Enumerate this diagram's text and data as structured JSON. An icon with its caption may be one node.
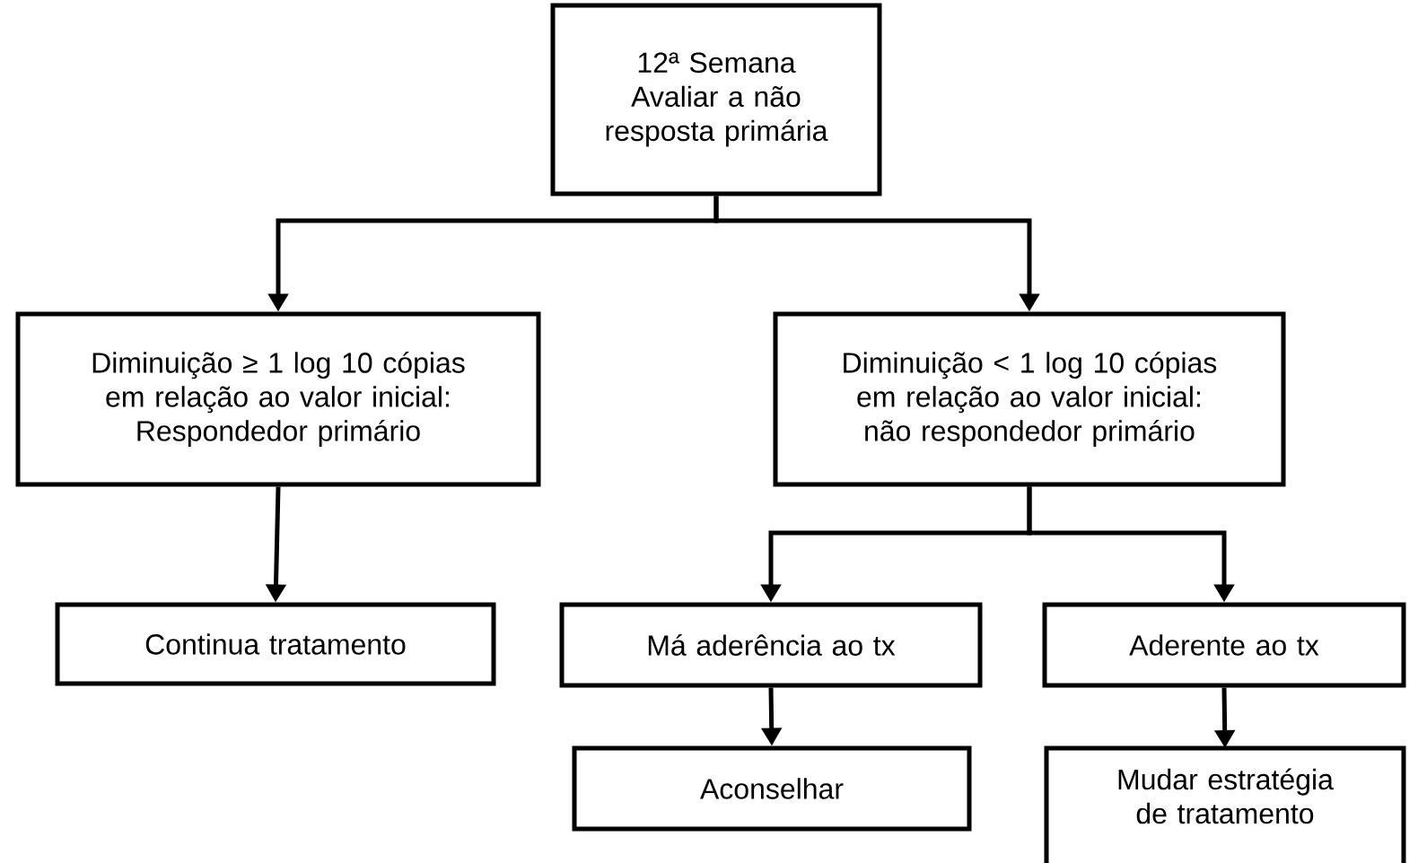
{
  "diagram": {
    "nodes": [
      {
        "text": [
          "12ª Semana Avaliar a não resposta primária"
        ]
      },
      {
        "text": [
          "Diminuição ≥ 1 log 10 cópias em relação ao valor inicial: Respondedor primário"
        ]
      },
      {
        "text": [
          "Diminuição < 1 log 10 cópias em relação ao valor inicial: não respondedor primário"
        ]
      },
      {
        "text": [
          "Continua tratamento"
        ]
      },
      {
        "text": [
          "Má aderência ao tx"
        ]
      },
      {
        "text": [
          "Aderente ao tx"
        ]
      },
      {
        "text": [
          "Aconselhar"
        ]
      },
      {
        "text": [
          "Mudar estratégia de tratamento"
        ]
      }
    ],
    "edges": [
      {
        "from": 0,
        "to": 1,
        "arrow": "to"
      },
      {
        "from": 0,
        "to": 2,
        "arrow": "to"
      },
      {
        "from": 1,
        "to": 3,
        "arrow": "to"
      },
      {
        "from": 2,
        "to": 4,
        "arrow": "to"
      },
      {
        "from": 2,
        "to": 5,
        "arrow": "to"
      },
      {
        "from": 4,
        "to": 6,
        "arrow": "to"
      },
      {
        "from": 5,
        "to": 7,
        "arrow": "to"
      }
    ]
  }
}
